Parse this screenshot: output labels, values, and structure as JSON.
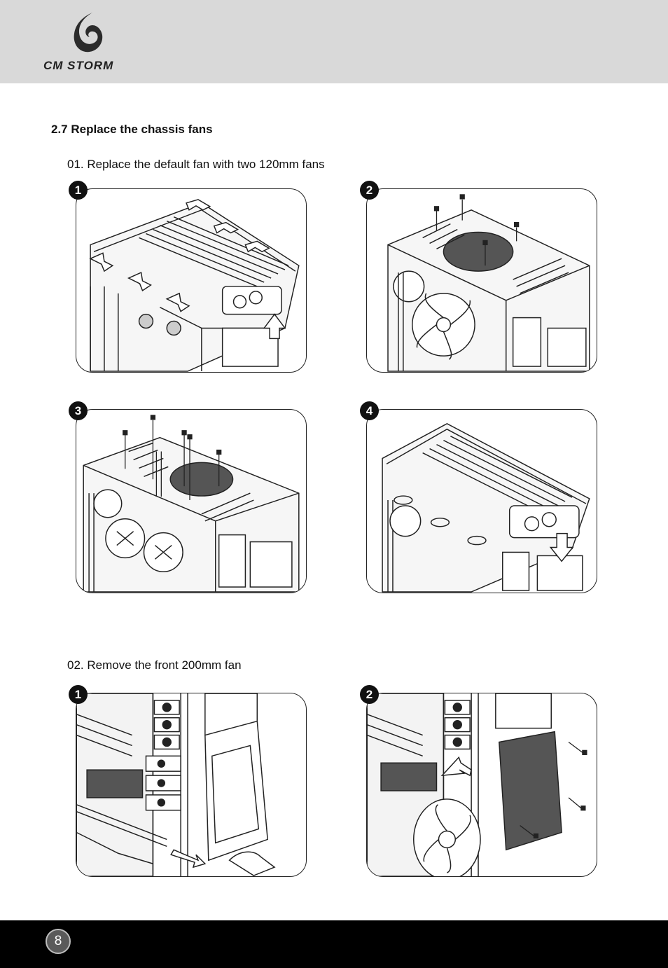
{
  "header": {
    "logo_text": "CM STORM",
    "background": "#d9d9d9"
  },
  "section": {
    "title": "2.7 Replace the chassis fans"
  },
  "steps": [
    {
      "title": "01. Replace the default fan with two 120mm fans",
      "panels": [
        {
          "badge": "1",
          "depicts": "top-cover-removal-illustration"
        },
        {
          "badge": "2",
          "depicts": "default-fan-unscrew-illustration"
        },
        {
          "badge": "3",
          "depicts": "two-120mm-fans-install-illustration"
        },
        {
          "badge": "4",
          "depicts": "top-cover-reattach-illustration"
        }
      ]
    },
    {
      "title": "02. Remove the front 200mm fan",
      "panels": [
        {
          "badge": "1",
          "depicts": "front-bezel-removal-illustration"
        },
        {
          "badge": "2",
          "depicts": "200mm-fan-unscrew-illustration"
        }
      ]
    }
  ],
  "footer": {
    "page_number": "8",
    "background": "#000000"
  }
}
